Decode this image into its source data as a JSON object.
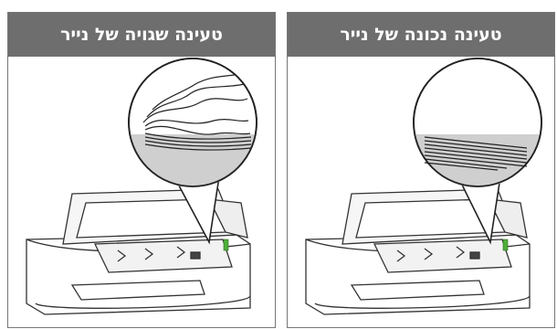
{
  "panels": {
    "left": {
      "title": "טעינה שגויה של נייר",
      "paper_state": "curled"
    },
    "right": {
      "title": "טעינה נכונה של נייר",
      "paper_state": "flat"
    }
  },
  "colors": {
    "header_bg": "#6e6e6e",
    "header_text": "#ffffff",
    "border": "#777777",
    "tray_line": "#333333",
    "tray_fill": "#ffffff",
    "magnifier_fill": "#cfcfcf",
    "accent_green": "#4fae3a"
  },
  "icons": [
    "paper-tray-illustration",
    "magnifier-callout",
    "paper-stack",
    "green-guide-marker"
  ]
}
